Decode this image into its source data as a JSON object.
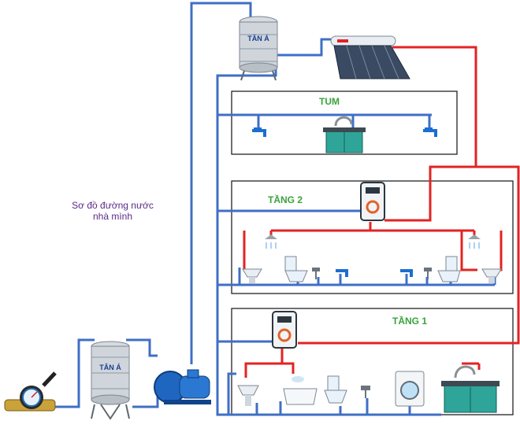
{
  "caption": {
    "line1": "Sơ đồ đường nước",
    "line2": "nhà mình"
  },
  "floors": {
    "tum": "TUM",
    "tang2": "TẦNG 2",
    "tang1": "TẦNG 1"
  },
  "tank_brand": "TÂN Á",
  "colors": {
    "cold_pipe": "#3f6fc6",
    "hot_pipe": "#e32323",
    "floor_label": "#3aa33a",
    "caption": "#5a2a86"
  }
}
